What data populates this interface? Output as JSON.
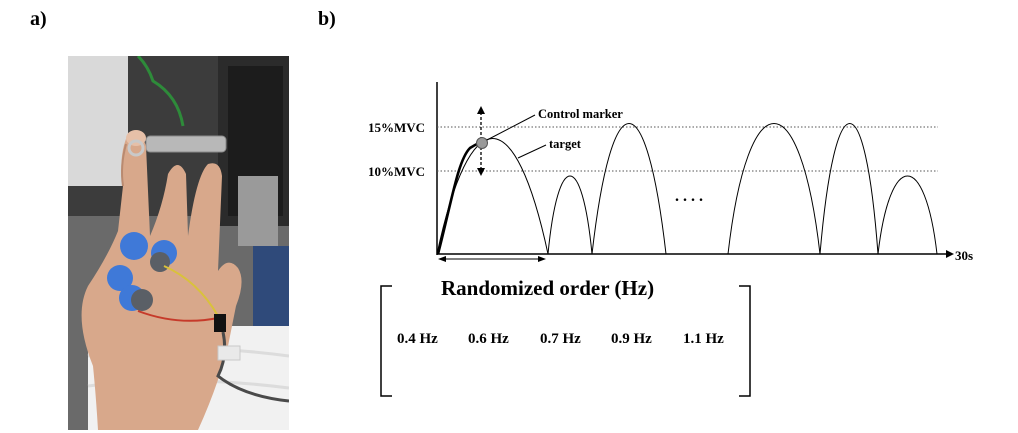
{
  "panels": {
    "a_label": "a)",
    "b_label": "b)"
  },
  "diagram": {
    "level_high": "15%MVC",
    "level_low": "10%MVC",
    "control_marker": "Control marker",
    "target": "target",
    "ellipsis": ". . . .",
    "duration": "30s",
    "order_title": "Randomized order (Hz)",
    "frequencies": [
      "0.4 Hz",
      "0.6 Hz",
      "0.7 Hz",
      "0.9 Hz",
      "1.1 Hz"
    ]
  },
  "colors": {
    "photo_background": "#4b4b4b",
    "skin": "#d8a88b",
    "electrode_blue": "#3f79d8",
    "electrode_gray": "#5a5f66",
    "towel": "#f2f2f2",
    "cable_green": "#2e8b3a"
  }
}
